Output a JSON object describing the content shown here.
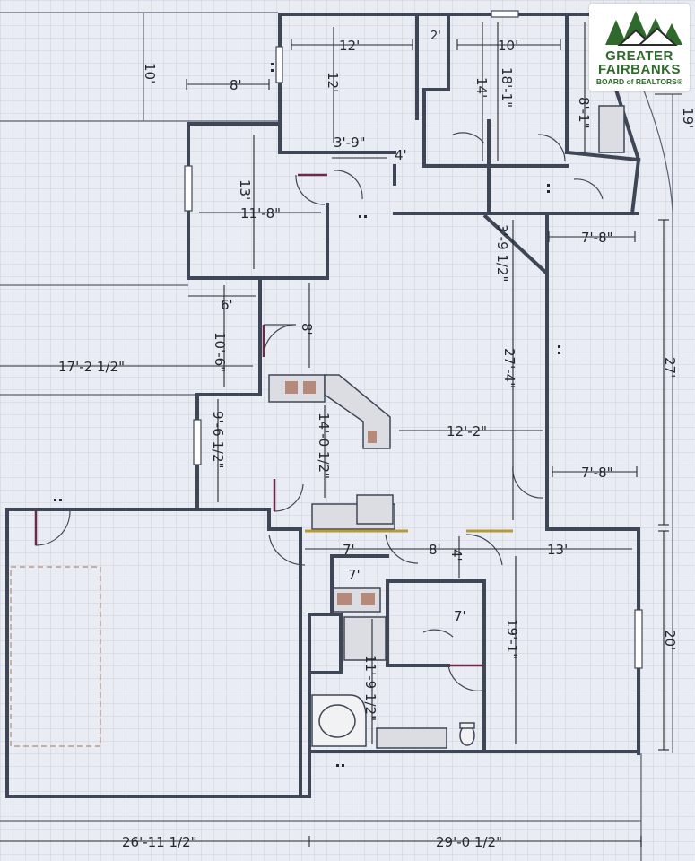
{
  "logo": {
    "line1": "GREATER",
    "line2": "FAIRBANKS",
    "line3": "BOARD of REALTORS®",
    "icon": "evergreen-trees-house-icon",
    "color": "#2f6a2c"
  },
  "colors": {
    "wall": "#3f4656",
    "grid": "#c4c9d6",
    "paper": "#e9ecf2",
    "door_accent": "#6b2a4a",
    "cabinet": "#b58a7a",
    "counter_edge": "#b59a3a"
  },
  "dimensions": [
    "10'",
    "8'",
    "12'",
    "2'",
    "10'",
    "12'",
    "14'",
    "18'-1\"",
    "8'-1\"",
    "19'",
    "3'-9\"",
    "4'",
    "13'",
    "11'-8\"",
    "3'-9 1/2\"",
    "7'-8\"",
    "6'",
    "8'",
    "10'-6\"",
    "17'-2 1/2\"",
    "27'-4\"",
    "27'",
    "9'-6 1/2\"",
    "14'-0 1/2\"",
    "12'-2\"",
    "7'-8\"",
    "7'",
    "8'",
    "4'",
    "13'",
    "7'",
    "7'",
    "19'-1\"",
    "20'",
    "11'-9 1/2\"",
    "26'-11 1/2\"",
    "29'-0 1/2\""
  ]
}
